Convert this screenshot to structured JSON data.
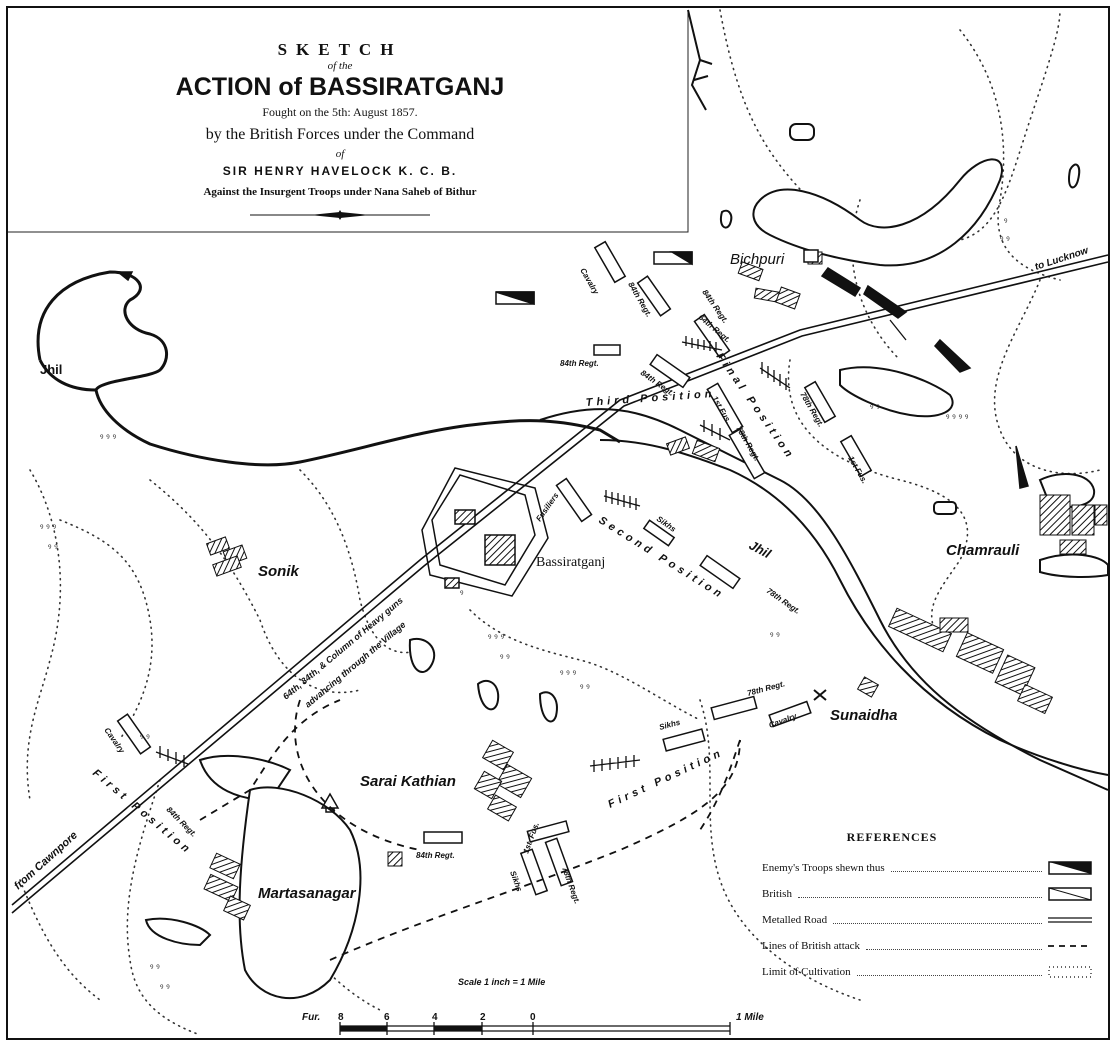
{
  "title": {
    "sketch": "SKETCH",
    "of_the": "of the",
    "main": "ACTION of BASSIRATGANJ",
    "fought": "Fought on the 5th: August 1857.",
    "by": "by the British Forces under the Command",
    "of": "of",
    "commander": "SIR HENRY HAVELOCK K. C. B.",
    "against": "Against the Insurgent Troops under Nana Saheb of Bithur"
  },
  "places": {
    "bichpuri": "Bichpuri",
    "jhil_west": "Jhil",
    "jhil_river": "Jhil",
    "sonik": "Sonik",
    "bassiratganj": "Bassiratganj",
    "chamrauli": "Chamrauli",
    "sunaidha": "Sunaidha",
    "sarai_kathian": "Sarai Kathian",
    "martasanagar": "Martasanagar"
  },
  "roads": {
    "to_lucknow": "to Lucknow",
    "from_cawnpore": "from Cawnpore",
    "column": "64th, 84th, & Column of Heavy guns",
    "advancing": "advancing through the Village"
  },
  "positions": {
    "first_left": "First Position",
    "first_right": "First Position",
    "second": "Second Position",
    "third": "Third Position",
    "final": "Final Position"
  },
  "units": {
    "cavalry_nw": "Cavalry",
    "cavalry_sw": "Cavalry",
    "cavalry_se": "Cavalry",
    "84th_n": "84th Regt.",
    "84th_n2": "84th Regt.",
    "84th_mid": "84th Regt.",
    "84th_third": "84th Regt.",
    "84th_sw": "84th Regt.",
    "84th_s": "84th Regt.",
    "64th_final": "64th Regt.",
    "1st_fus_final": "1st Fus.",
    "78th_final": "78th Regt.",
    "78th_ne": "78th Regt.",
    "1st_fus_ne": "1st Fus.",
    "fusiliers": "Fusiliers",
    "sikhs_second": "Sikhs",
    "78th_second": "78th Regt.",
    "78th_se": "78th Regt.",
    "sikhs_first": "Sikhs",
    "1st_fus_s": "1st. Fus.",
    "78th_s": "78th Regt.",
    "sikhs_s": "Sikhs"
  },
  "legend": {
    "title": "REFERENCES",
    "items": [
      {
        "label": "Enemy's Troops shewn thus"
      },
      {
        "label": "British"
      },
      {
        "label": "Metalled Road"
      },
      {
        "label": "Lines of British attack"
      },
      {
        "label": "Limit of Cultivation"
      }
    ]
  },
  "scale": {
    "note": "Scale 1 inch = 1 Mile",
    "unit_label": "Fur.",
    "end_label": "1 Mile",
    "ticks": [
      "8",
      "6",
      "4",
      "2",
      "0"
    ]
  }
}
